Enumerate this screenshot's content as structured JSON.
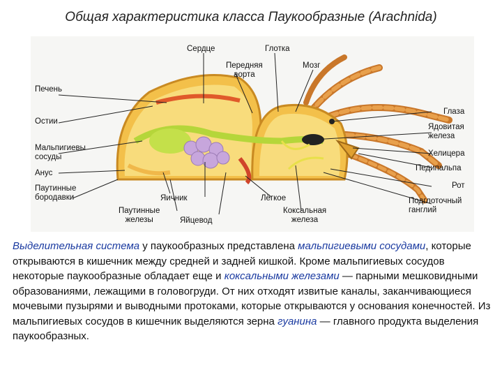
{
  "title": "Общая характеристика класса Паукообразные (Arachnida)",
  "diagram": {
    "labels": {
      "heart": "Сердце",
      "pharynx": "Глотка",
      "anterior_aorta_1": "Передняя",
      "anterior_aorta_2": "аорта",
      "brain": "Мозг",
      "liver": "Печень",
      "ostia": "Остии",
      "malpighian_1": "Мальпигиевы",
      "malpighian_2": "сосуды",
      "anus": "Анус",
      "spinnerets_1": "Паутинные",
      "spinnerets_2": "бородавки",
      "ovary": "Яичник",
      "silk_glands_1": "Паутинные",
      "silk_glands_2": "железы",
      "oviduct": "Яйцевод",
      "lung": "Лёгкое",
      "coxal_1": "Коксальная",
      "coxal_2": "железа",
      "eyes": "Глаза",
      "venom_1": "Ядовитая",
      "venom_2": "железа",
      "chelicera": "Хелицера",
      "pedipalp": "Педипальпа",
      "mouth": "Рот",
      "subpharyngeal_1": "Подглоточный",
      "subpharyngeal_2": "ганглий"
    }
  },
  "text": {
    "p1": "Выделительная система",
    "p2": " у паукообразных представлена ",
    "p3": "мальпигиевыми сосудами",
    "p4": ", которые открываются в кишечник между средней и задней кишкой. Кроме мальпигиевых сосудов некоторые паукообразные обладает еще и ",
    "p5": "коксальными железами",
    "p6": " — парными мешковидными образованиями, лежащими в головогруди. От них отходят извитые каналы, заканчивающиеся мочевыми пузырями и выводными протоками, которые открываются у основания конечностей. Из мальпигиевых сосудов в кишечник выделяются зерна ",
    "p7": "гуанина",
    "p8": " — главного продукта выделения паукообразных."
  }
}
